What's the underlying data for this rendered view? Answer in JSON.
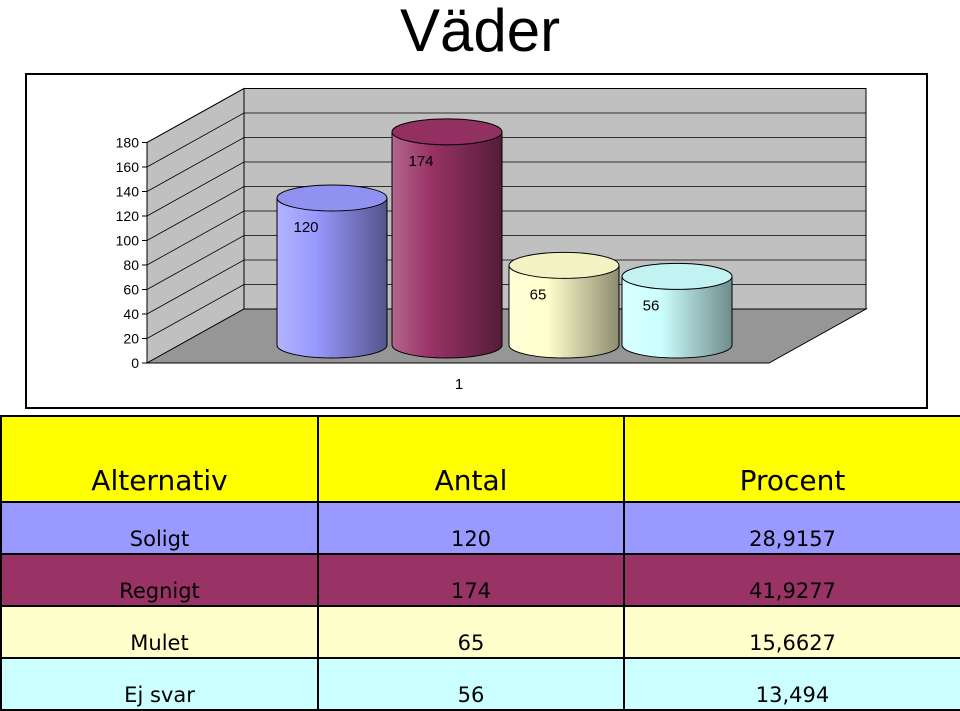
{
  "page": {
    "title": "Väder"
  },
  "chart_data": {
    "type": "bar",
    "style": "3d-cylinder",
    "categories": [
      "1"
    ],
    "series": [
      {
        "value": 120,
        "color": "#9999ff"
      },
      {
        "value": 174,
        "color": "#993366"
      },
      {
        "value": 65,
        "color": "#ffffcc"
      },
      {
        "value": 56,
        "color": "#ccffff"
      }
    ],
    "yticks": [
      0,
      20,
      40,
      60,
      80,
      100,
      120,
      140,
      160,
      180
    ],
    "ylim": [
      0,
      180
    ],
    "grid": true,
    "data_labels": true
  },
  "table": {
    "headers": [
      "Alternativ",
      "Antal",
      "Procent"
    ],
    "header_color": "#ffff00",
    "rows": [
      {
        "label": "Soligt",
        "count": "120",
        "percent": "28,9157",
        "color": "#9999ff"
      },
      {
        "label": "Regnigt",
        "count": "174",
        "percent": "41,9277",
        "color": "#993366"
      },
      {
        "label": "Mulet",
        "count": "65",
        "percent": "15,6627",
        "color": "#ffffcc"
      },
      {
        "label": "Ej svar",
        "count": "56",
        "percent": "13,494",
        "color": "#ccffff"
      }
    ]
  }
}
